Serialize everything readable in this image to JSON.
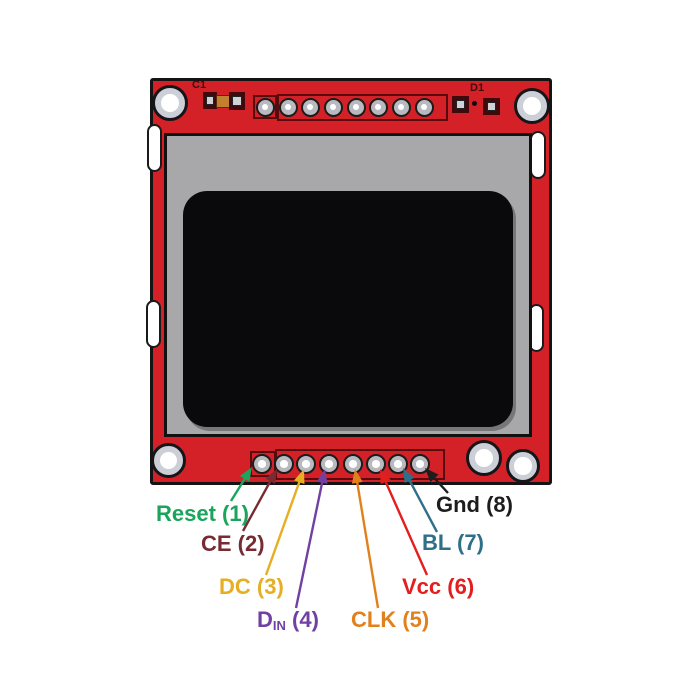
{
  "board": {
    "silkscreen": {
      "c1": "C1",
      "d1": "D1"
    },
    "colors": {
      "pcb": "#d32127",
      "hole_ring": "#ccd0d6",
      "lcd_frame": "#a8a8aa",
      "lcd_screen": "#0a0a0c",
      "header_outline": "#5a0a0d",
      "pad_ring": "#b8bac0"
    }
  },
  "pin_annotations": [
    {
      "pin": 1,
      "name": "Reset",
      "label": "Reset (1)",
      "color": "#1aa45c"
    },
    {
      "pin": 2,
      "name": "CE",
      "label": "CE (2)",
      "color": "#772b33"
    },
    {
      "pin": 3,
      "name": "DC",
      "label": "DC (3)",
      "color": "#e6af22"
    },
    {
      "pin": 4,
      "name": "DIN",
      "label_main": "D",
      "label_sub": "IN",
      "label_rest": " (4)",
      "color": "#7040a2"
    },
    {
      "pin": 5,
      "name": "CLK",
      "label": "CLK (5)",
      "color": "#e2811c"
    },
    {
      "pin": 6,
      "name": "Vcc",
      "label": "Vcc (6)",
      "color": "#e31e1e"
    },
    {
      "pin": 7,
      "name": "BL",
      "label": "BL (7)",
      "color": "#2f7089"
    },
    {
      "pin": 8,
      "name": "Gnd",
      "label": "Gnd (8)",
      "color": "#1d1d1d"
    }
  ]
}
